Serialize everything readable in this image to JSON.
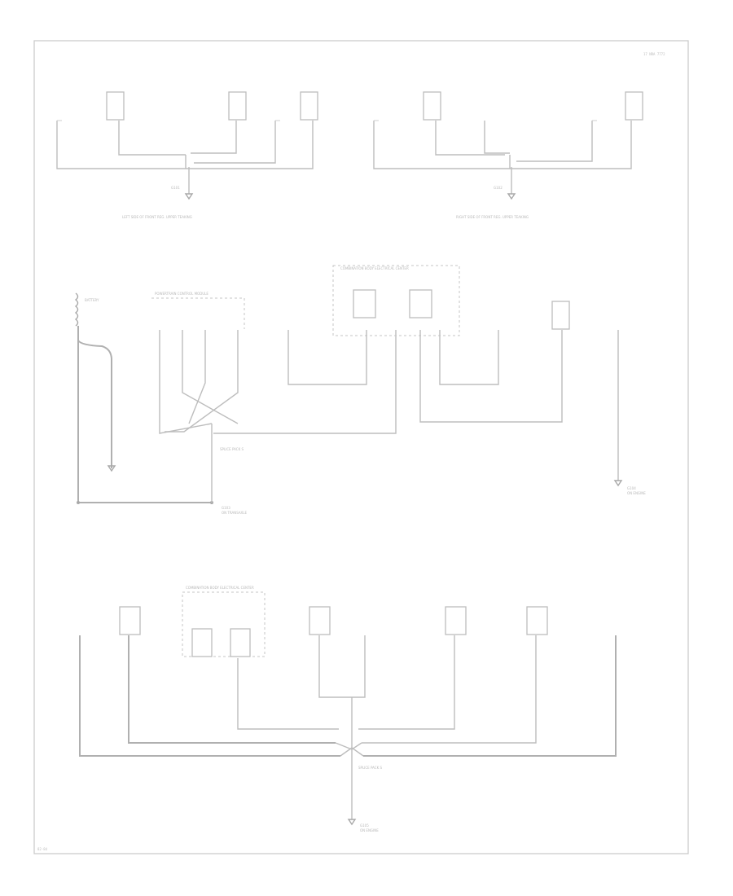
{
  "diagram": {
    "labels": {
      "left_ground_location": "LEFT SIDE OF FRONT REG. UPPER TEAKING",
      "right_ground_location": "RIGHT SIDE OF FRONT REG. UPPER TEAKING",
      "battery": "BATTERY",
      "powertrain_module": "POWERTRAIN CONTROL MODULE",
      "combination_module_top": "COMBINATION BODY ELECTRICAL CENTER",
      "combination_module_bottom": "COMBINATION BODY ELECTRICAL CENTER",
      "left_ground_drop_label": "G101",
      "right_ground_drop_label": "G102",
      "trans_ground": "G103",
      "trans_ground_location": "ON TRANSAXLE",
      "engine_ground": "G104",
      "engine_ground_location": "ON ENGINE",
      "bottom_ground": "G105",
      "bottom_ground_location": "ON ENGINE",
      "note_top_left": "SPLICE PACK S",
      "note_bottom_left": "SPLICE PACK S",
      "note_bottom": "SPLICE PACK S",
      "corner_id": "17 NRA 7772",
      "page_id": "82-84"
    }
  }
}
